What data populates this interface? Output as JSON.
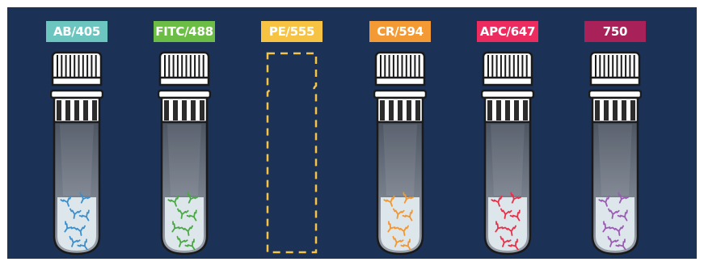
{
  "reagents": [
    {
      "label": "AB/405",
      "label_bg": "#6cc6bf",
      "label_color": "#ffffff",
      "antibody_color": "#3a8fce",
      "present": true
    },
    {
      "label": "FITC/488",
      "label_bg": "#6cbd45",
      "label_color": "#ffffff",
      "antibody_color": "#4aa844",
      "present": true
    },
    {
      "label": "PE/555",
      "label_bg": "#f7c343",
      "label_color": "#ffffff",
      "antibody_color": "#f7c343",
      "present": false
    },
    {
      "label": "CR/594",
      "label_bg": "#f39a34",
      "label_color": "#ffffff",
      "antibody_color": "#f4962d",
      "present": true
    },
    {
      "label": "APC/647",
      "label_bg": "#ec2c5f",
      "label_color": "#ffffff",
      "antibody_color": "#e8304a",
      "present": true
    },
    {
      "label": "750",
      "label_bg": "#a82259",
      "label_color": "#ffffff",
      "antibody_color": "#9b5bb5",
      "present": true
    }
  ],
  "colors": {
    "background": "#1b3156",
    "cap": "#ffffff",
    "outline": "#1a1a1a",
    "tube_top": "#4d5563",
    "tube_bottom": "#9aa1ac",
    "liquid": "#dde6ea",
    "missing_vial_outline": "#f7c343"
  }
}
